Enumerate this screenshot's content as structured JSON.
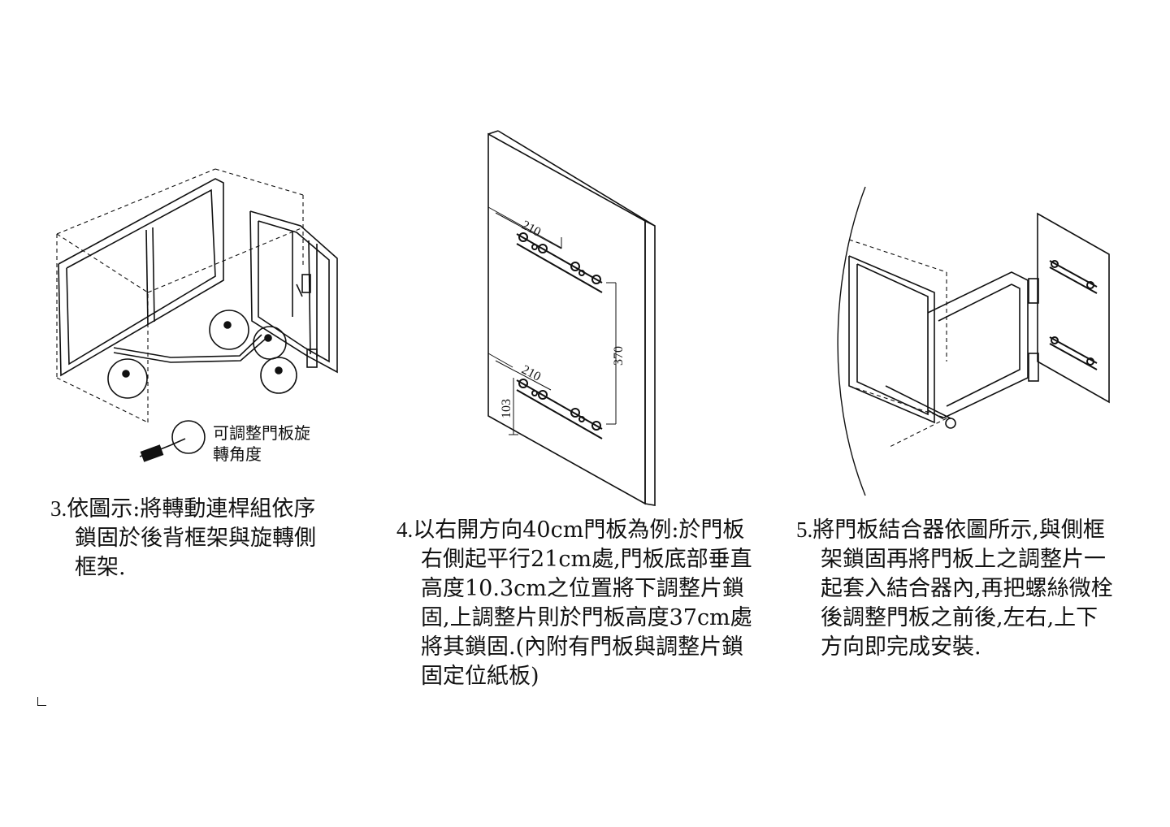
{
  "step3": {
    "number": "3.",
    "lines": [
      "依圖示:將轉動連桿組依序",
      "鎖固於後背框架與旋轉側",
      "框架."
    ],
    "callout": [
      "可調整門板旋",
      "轉角度"
    ]
  },
  "step4": {
    "number": "4.",
    "lines": [
      "以右開方向40cm門板為例:於門板",
      "右側起平行21cm處,門板底部垂直",
      "高度10.3cm之位置將下調整片鎖",
      "固,上調整片則於門板高度37cm處",
      "將其鎖固.(內附有門板與調整片鎖",
      "固定位紙板)"
    ],
    "dimensions": {
      "upper_width": "210",
      "lower_width": "210",
      "height_between": "370",
      "bottom_offset": "103"
    }
  },
  "step5": {
    "number": "5.",
    "lines": [
      "將門板結合器依圖所示,與側框",
      "架鎖固再將門板上之調整片一",
      "起套入結合器內,再把螺絲微栓",
      "後調整門板之前後,左右,上下",
      "方向即完成安裝."
    ]
  }
}
